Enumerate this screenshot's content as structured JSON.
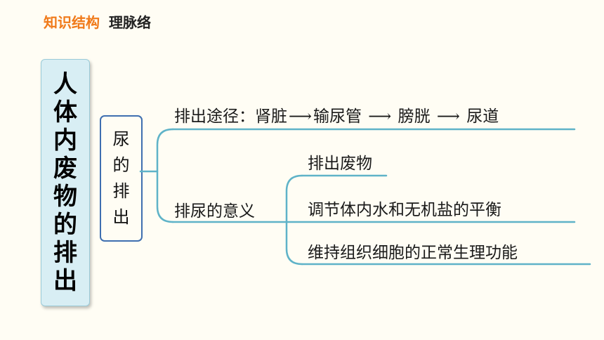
{
  "header": {
    "title": "知识结构",
    "subtitle": "理脉络"
  },
  "main_topic": [
    "人",
    "体",
    "内",
    "废",
    "物",
    "的",
    "排",
    "出"
  ],
  "sub_topic": [
    "尿",
    "的",
    "排",
    "出"
  ],
  "branches": {
    "route": {
      "label": "排出途径：",
      "steps": [
        "肾脏",
        "输尿管",
        "膀胱",
        "尿道"
      ],
      "arrow": "⟶"
    },
    "meaning": {
      "label": "排尿的意义",
      "items": [
        "排出废物",
        "调节体内水和无机盐的平衡",
        "维持组织细胞的正常生理功能"
      ]
    }
  },
  "colors": {
    "header_accent": "#f07a1a",
    "line": "#5fb3c8",
    "box_border": "#3f6fb0"
  }
}
